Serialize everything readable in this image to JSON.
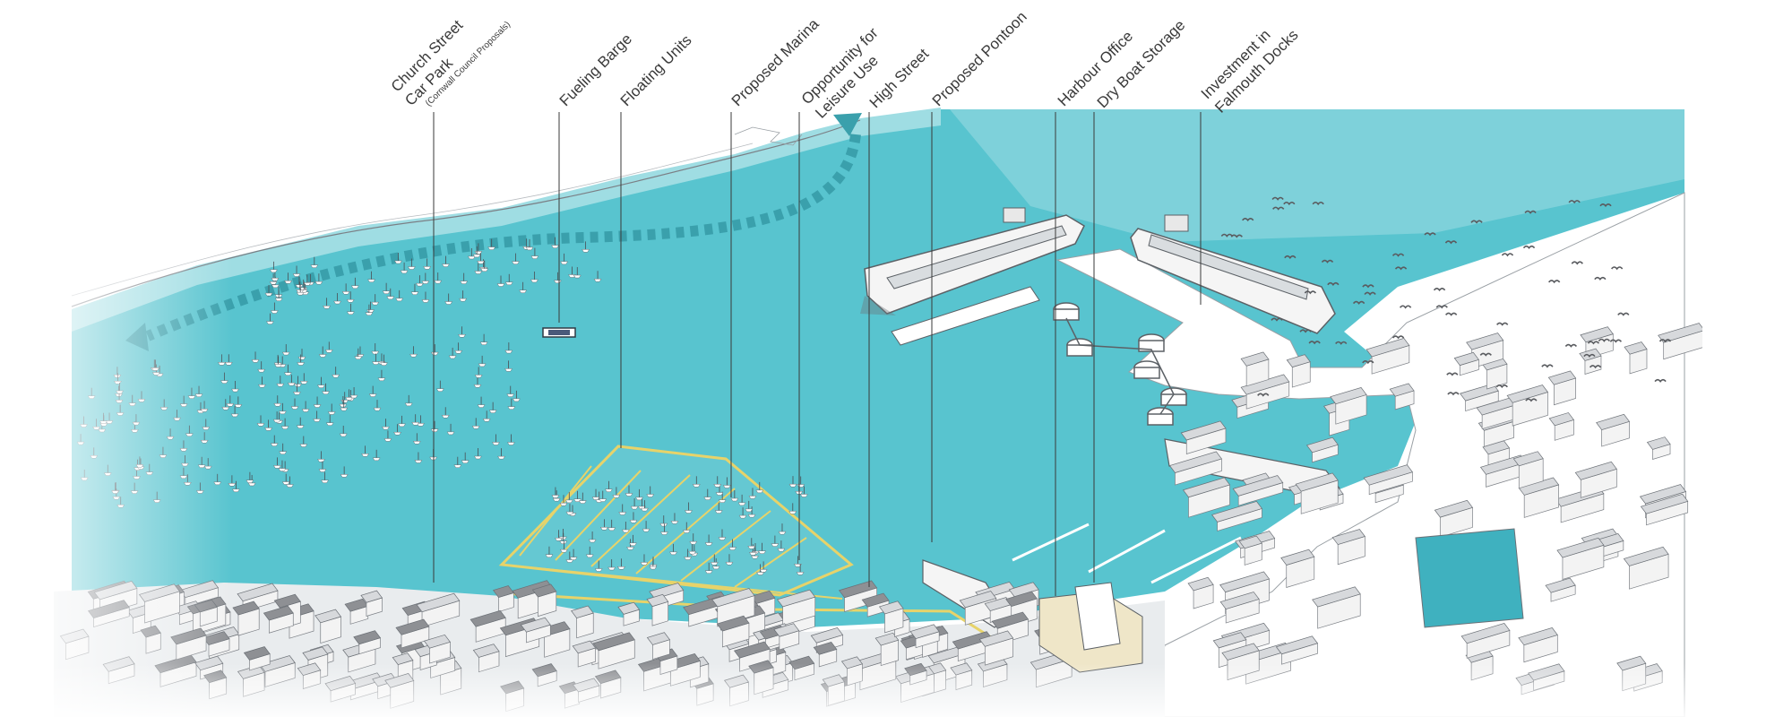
{
  "colors": {
    "water": "#58c4cf",
    "water_light": "#9fdde3",
    "water_deep": "#3fb1bf",
    "route": "#3aa0ac",
    "marina_outline": "#e7d36a",
    "land": "#ffffff",
    "land_fog": "#e9ecee",
    "building_light": "#f3f3f3",
    "building_dark": "#8e9094",
    "building_accent": "#efe6c8",
    "leader_line": "#3a3a3a",
    "label_text": "#3a3a3a",
    "bird": "#5a5c60"
  },
  "labels": [
    {
      "id": "church-street-car-park",
      "line1": "Church Street",
      "line2": "Car Park",
      "sub": "(Cornwall Council Proposals)"
    },
    {
      "id": "fueling-barge",
      "line1": "Fueling Barge"
    },
    {
      "id": "floating-units",
      "line1": "Floating Units"
    },
    {
      "id": "proposed-marina",
      "line1": "Proposed Marina"
    },
    {
      "id": "opportunity-leisure-use",
      "line1": "Opportunity for",
      "line2": "Leisure Use"
    },
    {
      "id": "high-street",
      "line1": "High Street"
    },
    {
      "id": "proposed-pontoon",
      "line1": "Proposed Pontoon"
    },
    {
      "id": "harbour-office",
      "line1": "Harbour Office"
    },
    {
      "id": "dry-boat-storage",
      "line1": "Dry Boat Storage"
    },
    {
      "id": "investment-falmouth-docks",
      "line1": "Investment in",
      "line2": "Falmouth Docks"
    }
  ],
  "icons": [
    "cruise-ship-icon",
    "bird-icon",
    "sailboat-icon",
    "route-arrow-icon",
    "storage-tank-icon",
    "building-icon"
  ]
}
